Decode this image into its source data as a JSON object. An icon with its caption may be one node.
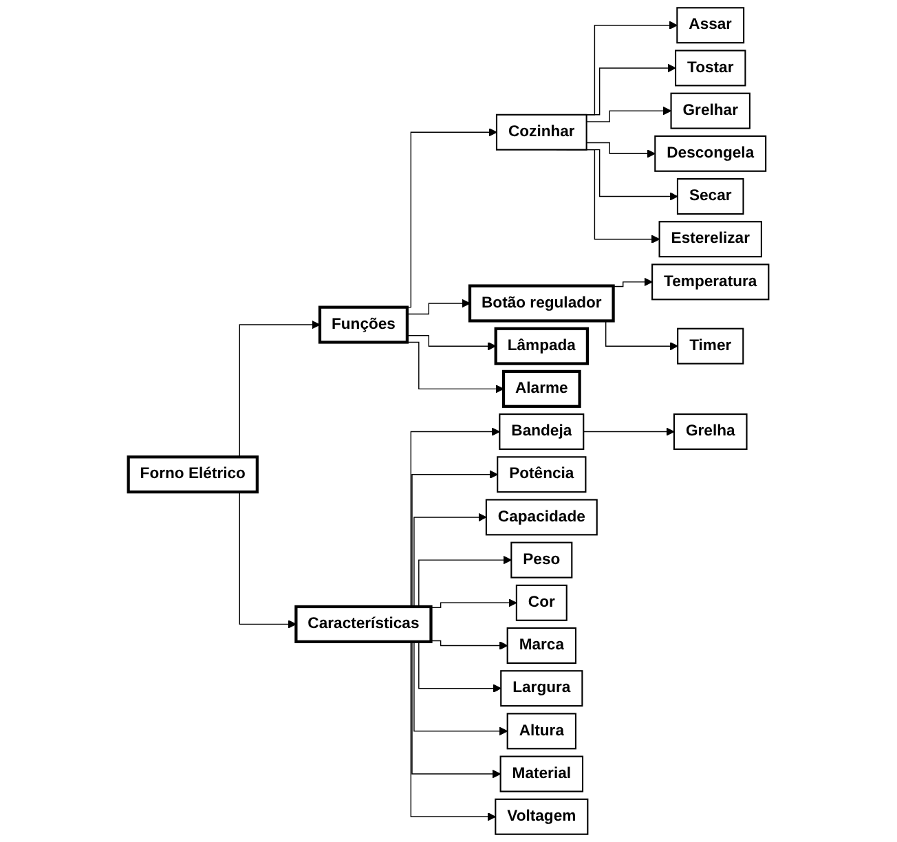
{
  "diagram": {
    "nodes": [
      {
        "text": [
          "Forno Elétrico"
        ]
      },
      {
        "text": [
          "Funções"
        ]
      },
      {
        "text": [
          "Cozinhar"
        ]
      },
      {
        "text": [
          "Assar"
        ]
      },
      {
        "text": [
          "Tostar"
        ]
      },
      {
        "text": [
          "Grelhar"
        ]
      },
      {
        "text": [
          "Descongela"
        ]
      },
      {
        "text": [
          "Secar"
        ]
      },
      {
        "text": [
          "Esterelizar"
        ]
      },
      {
        "text": [
          "Botão regulador"
        ]
      },
      {
        "text": [
          "Temperatura"
        ]
      },
      {
        "text": [
          "Timer"
        ]
      },
      {
        "text": [
          "Lâmpada"
        ]
      },
      {
        "text": [
          "Alarme"
        ]
      },
      {
        "text": [
          "Características"
        ]
      },
      {
        "text": [
          "Bandeja"
        ]
      },
      {
        "text": [
          "Grelha"
        ]
      },
      {
        "text": [
          "Potência"
        ]
      },
      {
        "text": [
          "Capacidade"
        ]
      },
      {
        "text": [
          "Peso"
        ]
      },
      {
        "text": [
          "Cor"
        ]
      },
      {
        "text": [
          "Marca"
        ]
      },
      {
        "text": [
          "Largura"
        ]
      },
      {
        "text": [
          "Altura"
        ]
      },
      {
        "text": [
          "Material"
        ]
      },
      {
        "text": [
          "Voltagem"
        ]
      }
    ],
    "edges": [
      {
        "from": 0,
        "to": 1,
        "arrow": "to"
      },
      {
        "from": 0,
        "to": 14,
        "arrow": "to"
      },
      {
        "from": 1,
        "to": 2,
        "arrow": "to"
      },
      {
        "from": 2,
        "to": 3,
        "arrow": "to"
      },
      {
        "from": 2,
        "to": 4,
        "arrow": "to"
      },
      {
        "from": 2,
        "to": 5,
        "arrow": "to"
      },
      {
        "from": 2,
        "to": 6,
        "arrow": "to"
      },
      {
        "from": 2,
        "to": 7,
        "arrow": "to"
      },
      {
        "from": 2,
        "to": 8,
        "arrow": "to"
      },
      {
        "from": 1,
        "to": 9,
        "arrow": "to"
      },
      {
        "from": 9,
        "to": 10,
        "arrow": "to"
      },
      {
        "from": 9,
        "to": 11,
        "arrow": "to"
      },
      {
        "from": 1,
        "to": 12,
        "arrow": "to"
      },
      {
        "from": 1,
        "to": 13,
        "arrow": "to"
      },
      {
        "from": 14,
        "to": 15,
        "arrow": "to"
      },
      {
        "from": 15,
        "to": 16,
        "arrow": "to"
      },
      {
        "from": 14,
        "to": 17,
        "arrow": "to"
      },
      {
        "from": 14,
        "to": 18,
        "arrow": "to"
      },
      {
        "from": 14,
        "to": 19,
        "arrow": "to"
      },
      {
        "from": 14,
        "to": 20,
        "arrow": "to"
      },
      {
        "from": 14,
        "to": 21,
        "arrow": "to"
      },
      {
        "from": 14,
        "to": 22,
        "arrow": "to"
      },
      {
        "from": 14,
        "to": 23,
        "arrow": "to"
      },
      {
        "from": 14,
        "to": 24,
        "arrow": "to"
      },
      {
        "from": 14,
        "to": 25,
        "arrow": "to"
      }
    ]
  }
}
